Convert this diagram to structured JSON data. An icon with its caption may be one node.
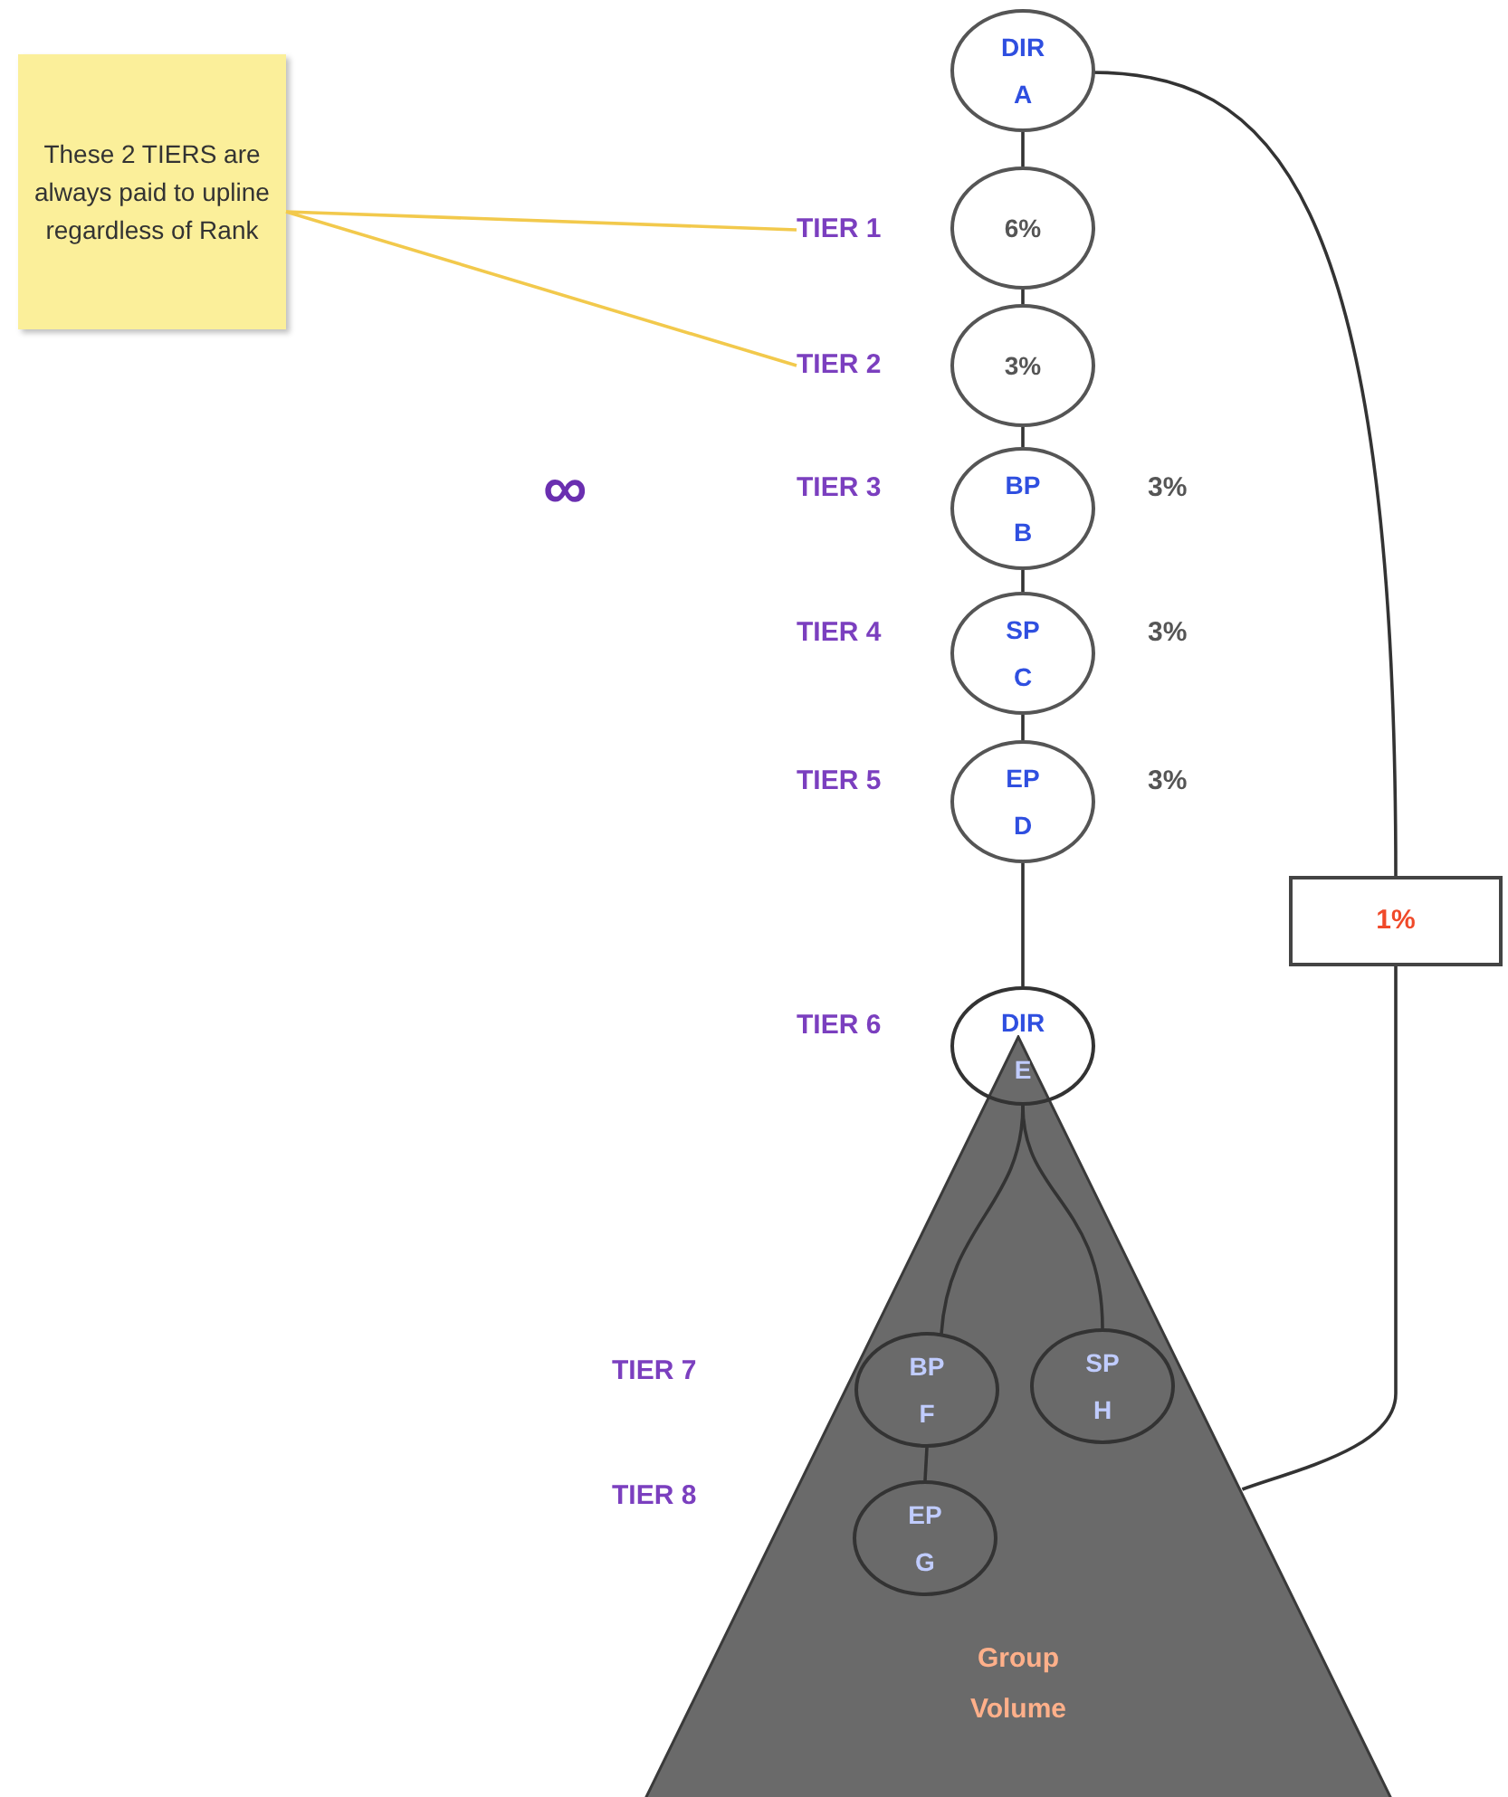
{
  "diagram": {
    "nodes": [
      {
        "text": [
          "These 2 TIERS are always paid to upline regardless of Rank"
        ]
      },
      {
        "text": [
          "TIER 1"
        ]
      },
      {
        "text": [
          "TIER 2"
        ]
      },
      {
        "text": [
          "DIR",
          "A"
        ]
      },
      {
        "text": [
          "6%"
        ]
      },
      {
        "text": [
          "3%"
        ]
      },
      {
        "text": [
          "BP",
          "B"
        ],
        "beside": [
          "TIER 3",
          "3%"
        ]
      },
      {
        "text": [
          "SP",
          "C"
        ],
        "beside": [
          "TIER 4",
          "3%"
        ]
      },
      {
        "text": [
          "EP",
          "D"
        ],
        "beside": [
          "TIER 5",
          "3%"
        ]
      },
      {
        "text": [
          "DIR",
          "E"
        ],
        "beside": [
          "TIER 6"
        ]
      },
      {
        "text": [
          "Group Volume"
        ]
      },
      {
        "text": [
          "BP",
          "F"
        ],
        "in": 10
      },
      {
        "text": [
          "SP",
          "H"
        ],
        "in": 10
      },
      {
        "text": [
          "EP",
          "G"
        ],
        "in": 10
      },
      {
        "text": [
          "1%"
        ]
      }
    ],
    "edges": [
      {
        "from": 0,
        "to": 1,
        "arrow": "none",
        "color": "#f2c94c"
      },
      {
        "from": 0,
        "to": 2,
        "arrow": "none",
        "color": "#f2c94c"
      },
      {
        "from": 3,
        "to": 4,
        "arrow": "none"
      },
      {
        "from": 4,
        "to": 5,
        "arrow": "none"
      },
      {
        "from": 5,
        "to": 6,
        "arrow": "none"
      },
      {
        "from": 6,
        "to": 7,
        "arrow": "none"
      },
      {
        "from": 7,
        "to": 8,
        "arrow": "none"
      },
      {
        "from": 8,
        "to": 9,
        "arrow": "none"
      },
      {
        "from": 9,
        "to": 11,
        "arrow": "none"
      },
      {
        "from": 9,
        "to": 12,
        "arrow": "none"
      },
      {
        "from": 11,
        "to": 13,
        "arrow": "none"
      },
      {
        "from": 3,
        "to": 14,
        "arrow": "none"
      },
      {
        "from": 14,
        "to": 10,
        "arrow": "none"
      }
    ],
    "labels": [
      "∞",
      "TIER 7",
      "TIER 8"
    ]
  }
}
